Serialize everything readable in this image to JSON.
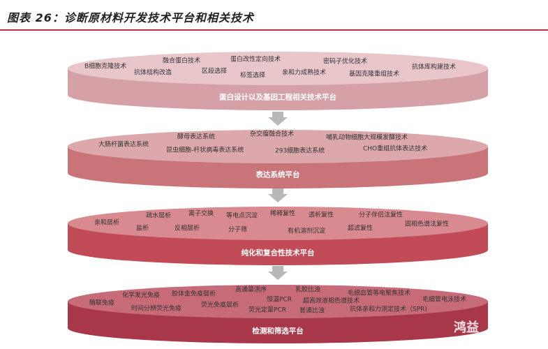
{
  "title": "图表 26：诊断原材料开发技术平台和相关技术",
  "colors": {
    "accent": "#b5333f",
    "layer1": "#d5a0a6",
    "layer2": "#c97479",
    "layer3": "#c14b56",
    "layer4": "#a83749"
  },
  "layers": [
    {
      "label": "蛋白设计以及基因工程相关技术平台",
      "items": [
        "B细胞克隆技术",
        "融合蛋白技术",
        "蛋白改性定向技术",
        "密码子优化技术",
        "抗体库构建技术",
        "抗体结构改造",
        "区段选择",
        "标签选择",
        "亲和力成熟技术",
        "基因克隆重组技术"
      ]
    },
    {
      "label": "表达系统平台",
      "items": [
        "酵母表达系统",
        "杂交瘤融合技术",
        "哺乳动物细胞大规模发酵技术",
        "大肠杆菌表达系统",
        "昆虫细胞-杆状病毒表达系统",
        "293细胞表达系统",
        "CHO重组抗体表达技术"
      ]
    },
    {
      "label": "纯化和复合性技术平台",
      "items": [
        "亲和层析",
        "疏水层析",
        "离子交换",
        "等电点沉淀",
        "稀释复性",
        "透析复性",
        "分子伴侣法复性",
        "固相色谱法复性",
        "盐析",
        "反相层析",
        "分子筛",
        "有机溶剂沉淀",
        "超滤复性"
      ]
    },
    {
      "label": "检测和筛选平台",
      "items": [
        "酶联免疫",
        "化学发光免疫",
        "胶体金免疫层析",
        "高通量测序",
        "乳胶比浊",
        "毛细血管等电聚焦技术",
        "毛细管电泳技术",
        "时间分辨荧光免疫",
        "荧光免疫层析",
        "恒温PCR",
        "超高效液相色谱技术",
        "荧光定量PCR",
        "普通比浊",
        "抗体亲和力测定技术（SPR)"
      ]
    }
  ],
  "watermark": "鸿益"
}
